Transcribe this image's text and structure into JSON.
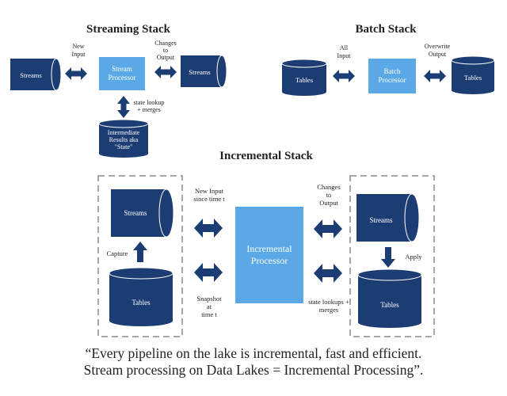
{
  "streaming": {
    "title": "Streaming Stack",
    "streams_in": "Streams",
    "new_input": [
      "New",
      "Input"
    ],
    "processor": [
      "Stream",
      "Processor"
    ],
    "changes_output": [
      "Changes",
      "to",
      "Output"
    ],
    "streams_out": "Streams",
    "state_lookup": [
      "state lookup",
      "+ merges"
    ],
    "state_store": [
      "Intermediate",
      "Results aka",
      "\"State\""
    ]
  },
  "batch": {
    "title": "Batch Stack",
    "tables_in": "Tables",
    "all_input": [
      "All",
      "Input"
    ],
    "processor": [
      "Batch",
      "Processor"
    ],
    "overwrite_output": [
      "Overwrite",
      "Output"
    ],
    "tables_out": "Tables"
  },
  "incremental": {
    "title": "Incremental Stack",
    "streams_in": "Streams",
    "capture": "Capture",
    "tables_in": "Tables",
    "new_input": [
      "New Input",
      "since time t"
    ],
    "snapshot": [
      "Snapshot",
      "at",
      "time t"
    ],
    "processor": [
      "Incremental",
      "Processor"
    ],
    "changes_output": [
      "Changes",
      "to",
      "Output"
    ],
    "state_lookups": [
      "state lookups +",
      "merges"
    ],
    "streams_out": "Streams",
    "apply": "Apply",
    "tables_out": "Tables"
  },
  "quote": {
    "line1": "“Every pipeline on the lake is incremental, fast and efficient.",
    "line2": "Stream processing on Data Lakes = Incremental Processing”."
  },
  "colors": {
    "navy": "#1c3d73",
    "light_blue": "#5aa9e6",
    "dash": "#8a8a8a"
  }
}
